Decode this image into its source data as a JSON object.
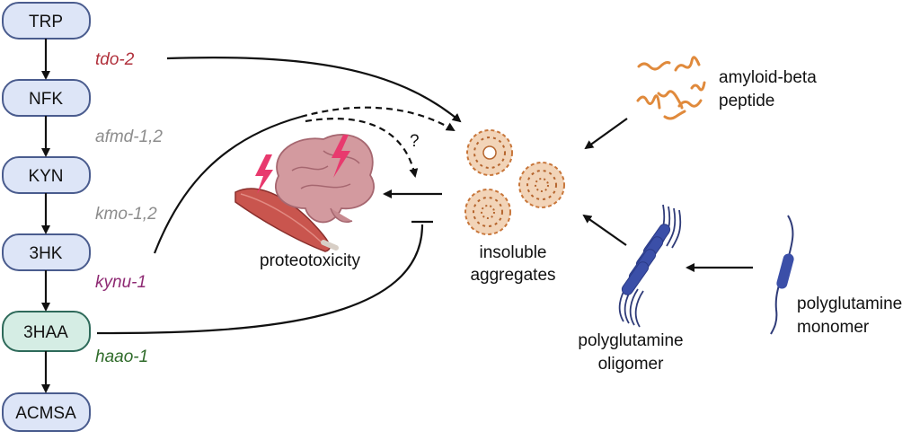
{
  "pathway": {
    "metabolites": [
      "TRP",
      "NFK",
      "KYN",
      "3HK",
      "3HAA",
      "ACMSA"
    ],
    "enzymes": [
      {
        "label": "tdo-2",
        "color": "#b1313c"
      },
      {
        "label": "afmd-1,2",
        "color": "#8c8c8c"
      },
      {
        "label": "kmo-1,2",
        "color": "#8c8c8c"
      },
      {
        "label": "kynu-1",
        "color": "#8e2a73"
      },
      {
        "label": "haao-1",
        "color": "#2f6b2a"
      }
    ],
    "node_fill": "#dde5f7",
    "node_stroke": "#4a5c8e",
    "highlight_fill": "#d5ede4",
    "highlight_stroke": "#2e6a5a"
  },
  "labels": {
    "proteotoxicity": "proteotoxicity",
    "aggregates_line1": "insoluble",
    "aggregates_line2": "aggregates",
    "amyloid_line1": "amyloid-beta",
    "amyloid_line2": "peptide",
    "oligomer_line1": "polyglutamine",
    "oligomer_line2": "oligomer",
    "monomer_line1": "polyglutamine",
    "monomer_line2": "monomer",
    "question": "?"
  },
  "colors": {
    "aggregate": "#c8763a",
    "amyloid": "#e08a3c",
    "polyq": "#3b4fa8",
    "lightning": "#e83a6e",
    "muscle": "#c9554e",
    "brain": "#d39a9f"
  }
}
